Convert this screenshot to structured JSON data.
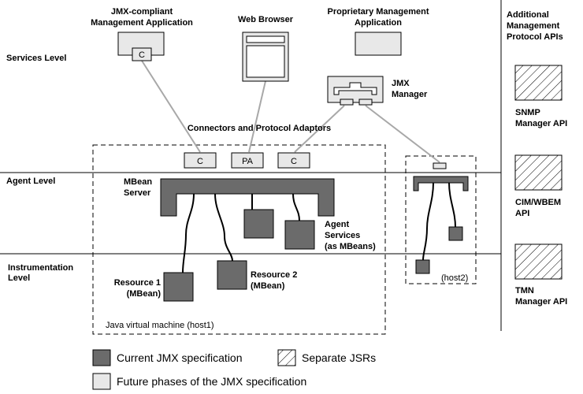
{
  "levels": {
    "services": "Services Level",
    "agent": "Agent Level",
    "instrumentation": [
      "Instrumentation",
      "Level"
    ]
  },
  "apps": {
    "jmx_compliant": [
      "JMX-compliant",
      "Management Application"
    ],
    "web_browser": "Web Browser",
    "proprietary": [
      "Proprietary Management",
      "Application"
    ],
    "jmx_manager": [
      "JMX",
      "Manager"
    ]
  },
  "connectors_title": "Connectors and Protocol Adaptors",
  "connectors": {
    "c_small": "C",
    "c1": "C",
    "pa": "PA",
    "c2": "C"
  },
  "mbean_server": [
    "MBean",
    "Server"
  ],
  "agent_services": [
    "Agent",
    "Services",
    "(as MBeans)"
  ],
  "resource1": [
    "Resource 1",
    "(MBean)"
  ],
  "resource2": [
    "Resource 2",
    "(MBean)"
  ],
  "jvm_label": "Java virtual machine (host1)",
  "host2_label": "(host2)",
  "additional_apis": {
    "title": [
      "Additional",
      "Management",
      "Protocol APIs"
    ],
    "snmp": [
      "SNMP",
      "Manager API"
    ],
    "cim": [
      "CIM/WBEM",
      "API"
    ],
    "tmn": [
      "TMN",
      "Manager API"
    ]
  },
  "legend": {
    "current": "Current JMX specification",
    "separate": "Separate JSRs",
    "future": "Future phases of the JMX specification"
  },
  "colors": {
    "current_spec": "#6b6b6b",
    "future_spec": "#e8e8e8",
    "connection_line": "#a8a8a8"
  }
}
